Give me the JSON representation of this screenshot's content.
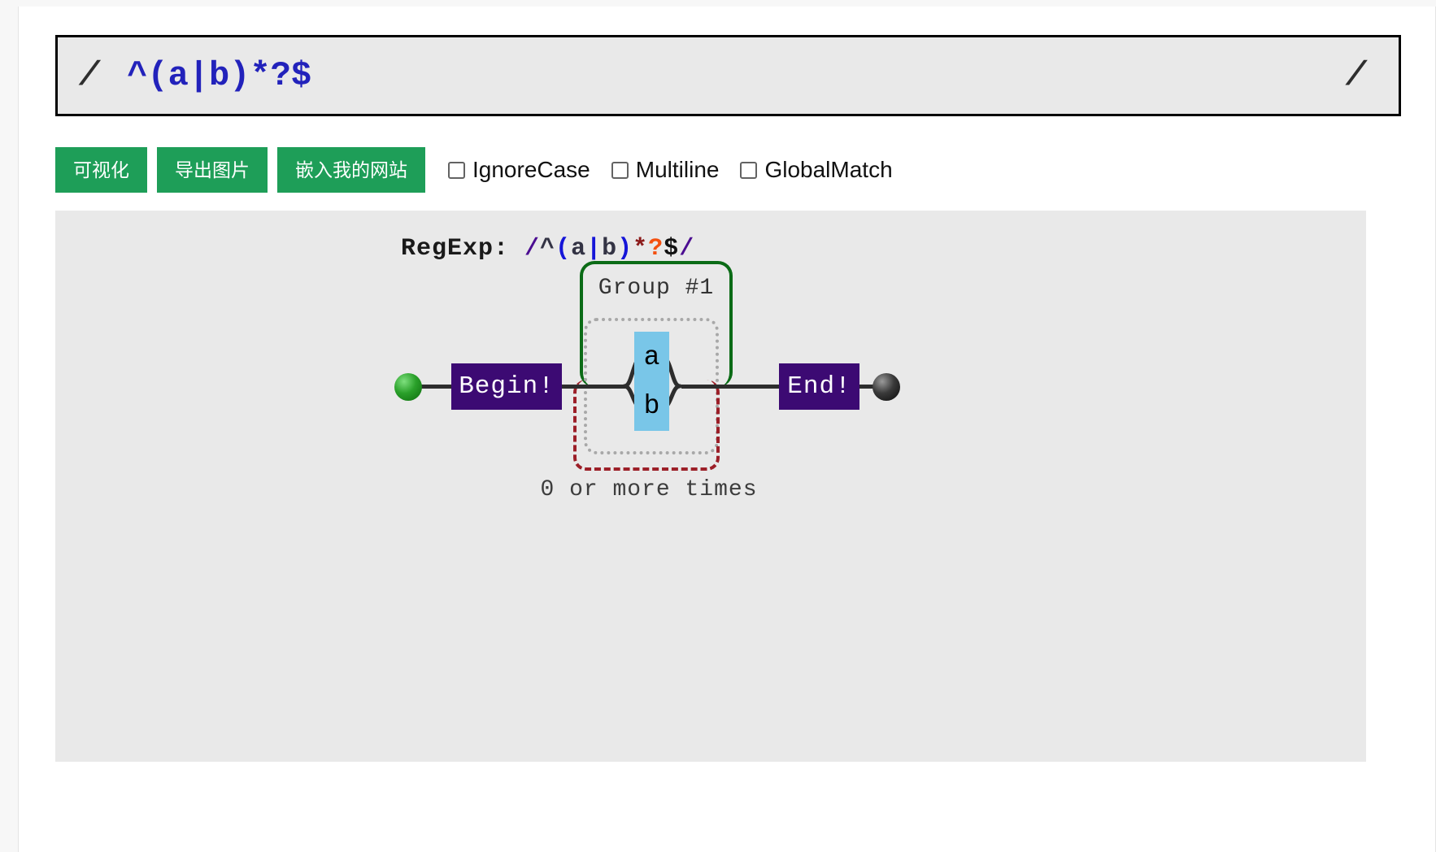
{
  "input": {
    "slash_left": "/",
    "slash_right": "/",
    "value": "^(a|b)*?$"
  },
  "toolbar": {
    "buttons": [
      {
        "label": "可视化",
        "name": "visualize-button"
      },
      {
        "label": "导出图片",
        "name": "export-image-button"
      },
      {
        "label": "嵌入我的网站",
        "name": "embed-site-button"
      }
    ],
    "flags": [
      {
        "label": "IgnoreCase",
        "checked": false
      },
      {
        "label": "Multiline",
        "checked": false
      },
      {
        "label": "GlobalMatch",
        "checked": false
      }
    ]
  },
  "diagram": {
    "title_prefix": "RegExp: ",
    "title_tokens": [
      {
        "text": "/",
        "color": "#4b0d91"
      },
      {
        "text": "^",
        "color": "#333344"
      },
      {
        "text": "(",
        "color": "#1515d8"
      },
      {
        "text": "a",
        "color": "#333344"
      },
      {
        "text": "|",
        "color": "#1515d8"
      },
      {
        "text": "b",
        "color": "#333344"
      },
      {
        "text": ")",
        "color": "#1515d8"
      },
      {
        "text": "*",
        "color": "#8b1a1a"
      },
      {
        "text": "?",
        "color": "#f4500f"
      },
      {
        "text": "$",
        "color": "#111111"
      },
      {
        "text": "/",
        "color": "#4b0d91"
      }
    ],
    "begin_label": "Begin!",
    "end_label": "End!",
    "group_label": "Group #1",
    "alternatives": [
      "a",
      "b"
    ],
    "quantifier_label": "0 or more times",
    "colors": {
      "group_border": "#0b6b16",
      "quantifier_border": "#9c1f28",
      "node_fill": "#79c6e8",
      "terminal_fill": "#3c0a73",
      "canvas_bg": "#e9e9e9",
      "accent_green": "#1e9e58"
    }
  }
}
